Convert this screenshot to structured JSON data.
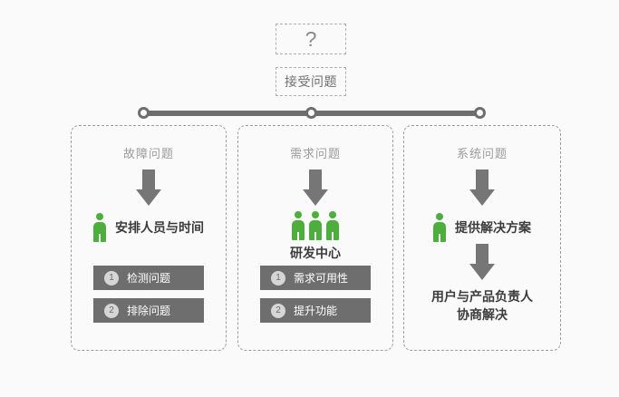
{
  "top": {
    "question_label": "?",
    "entry_label": "接受问题"
  },
  "rail": {
    "node_count": 3,
    "color": "#6d6d6d"
  },
  "colors": {
    "green": "#4caf3c",
    "gray_bar": "#6e6e6e",
    "arrow": "#767676",
    "panel_border": "#9e9e9e",
    "title_text": "#9b9b9b",
    "background": "#fafafa"
  },
  "panels": [
    {
      "title": "故障问题",
      "actor_icon": "person-icon",
      "actor_count": 1,
      "actor_label": "安排人员与时间",
      "group_caption": "",
      "steps": [
        {
          "num": "1",
          "label": "检测问题"
        },
        {
          "num": "2",
          "label": "排除问题"
        }
      ],
      "outcome": ""
    },
    {
      "title": "需求问题",
      "actor_icon": "people-group-icon",
      "actor_count": 3,
      "actor_label": "",
      "group_caption": "研发中心",
      "steps": [
        {
          "num": "1",
          "label": "需求可用性"
        },
        {
          "num": "2",
          "label": "提升功能"
        }
      ],
      "outcome": ""
    },
    {
      "title": "系统问题",
      "actor_icon": "person-icon",
      "actor_count": 1,
      "actor_label": "提供解决方案",
      "group_caption": "",
      "steps": [],
      "outcome": "用户与产品负责人\n协商解决"
    }
  ]
}
